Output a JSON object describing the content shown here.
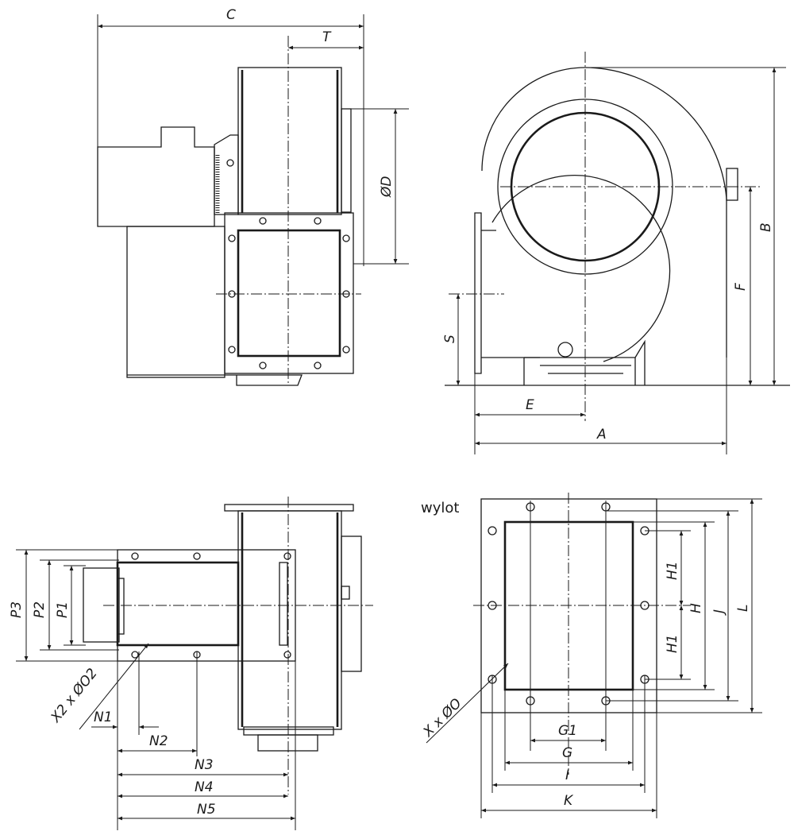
{
  "side_view": {
    "dim_c": "C",
    "dim_t": "T",
    "dim_d": "ØD"
  },
  "front_view": {
    "dim_b": "B",
    "dim_f": "F",
    "dim_s": "S",
    "dim_e": "E",
    "dim_a": "A"
  },
  "top_view": {
    "dim_p3": "P3",
    "dim_p2": "P2",
    "dim_p1": "P1",
    "holes": "X2 x ØO2",
    "dim_n1": "N1",
    "dim_n2": "N2",
    "dim_n3": "N3",
    "dim_n4": "N4",
    "dim_n5": "N5"
  },
  "outlet_view": {
    "title": "wylot",
    "dim_h1_top": "H1",
    "dim_h1_bottom": "H1",
    "dim_h": "H",
    "dim_j": "J",
    "dim_l": "L",
    "dim_g1": "G1",
    "dim_g": "G",
    "dim_i": "I",
    "dim_k": "K",
    "holes": "X x ØO"
  }
}
